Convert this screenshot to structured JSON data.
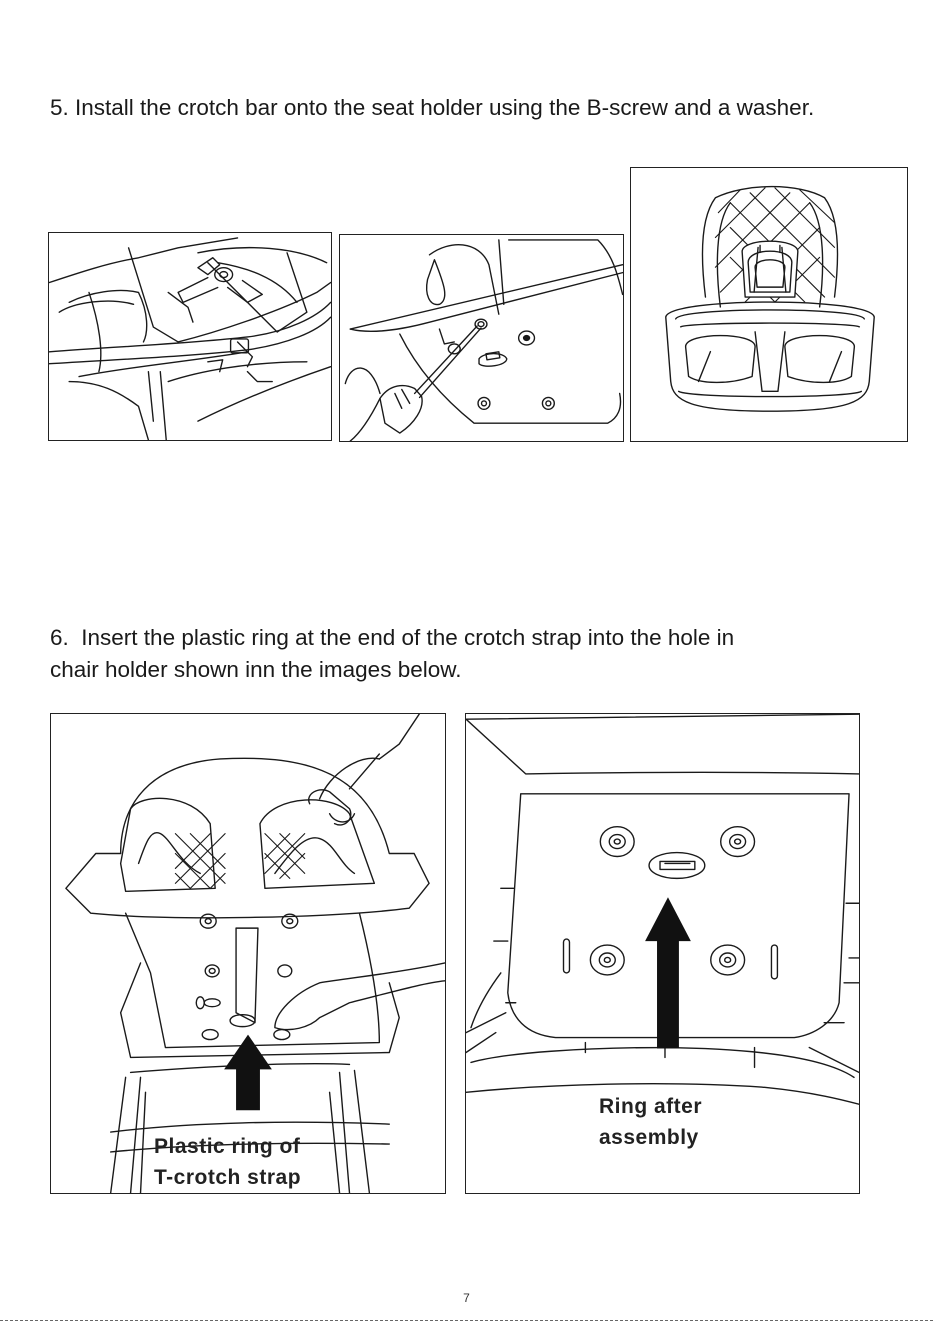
{
  "steps": [
    {
      "number": "5.",
      "text": "Install the crotch bar onto the seat holder using the B-screw and a washer."
    },
    {
      "number": "6.",
      "text_line1": "Insert the plastic ring at the end of the crotch strap into the hole in",
      "text_line2": "chair holder shown inn the images below."
    }
  ],
  "callouts": {
    "plastic_ring": {
      "line1": "Plastic ring of",
      "line2": "T-crotch strap"
    },
    "ring_after": {
      "line1": "Ring after",
      "line2": "assembly"
    }
  },
  "page_number": "7",
  "colors": {
    "ink": "#1a1a1a",
    "arrow": "#111111",
    "background": "#ffffff"
  }
}
